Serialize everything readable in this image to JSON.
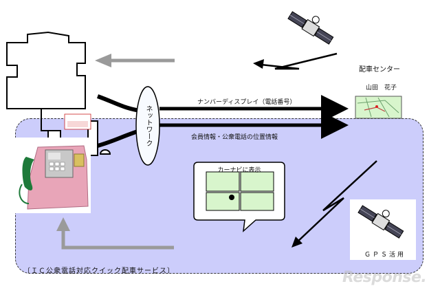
{
  "labels": {
    "dispatch_center": "配車センター",
    "operator_name": "山田　花子",
    "number_display": "ナンバーディスプレイ（電話番号）",
    "member_info": "会員情報・公衆電話の位置情報",
    "network": "ネットワーク",
    "car_nav": "カーナビに表示",
    "gps_use": "ＧＰＳ活用",
    "service_name": "〔ＩＣ公衆電話対応クイック配車サービス〕"
  },
  "watermark": "Response.",
  "colors": {
    "service_area_fill": "#cccdfb",
    "gray_arrow": "#9a9a9a",
    "black_arrow": "#000000",
    "phone_body": "#e8a5b8",
    "handset": "#1e7a3a",
    "map_screen": "#d8f5cc"
  }
}
